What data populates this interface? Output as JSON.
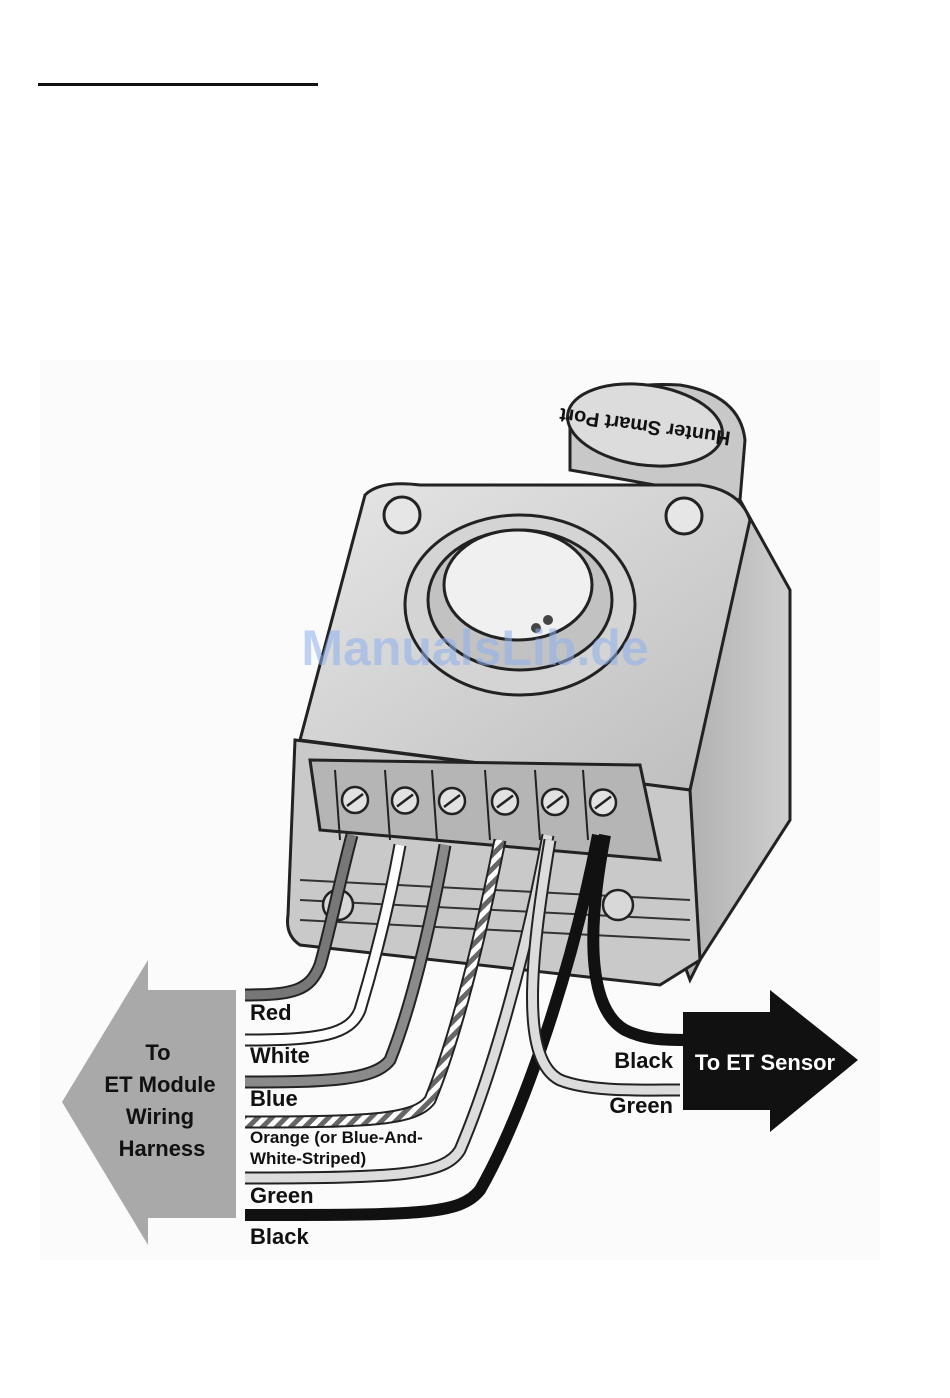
{
  "diagram": {
    "brand_logo": "Hunter Smart Port",
    "watermark": "ManualsLib.de",
    "left_arrow": {
      "lines": [
        "To",
        "ET Module",
        "Wiring",
        "Harness"
      ],
      "color": "#a9a9a9"
    },
    "right_arrow": {
      "label": "To ET Sensor",
      "color": "#111111"
    },
    "left_wires": [
      {
        "label": "Red",
        "color": "#7a7a7a"
      },
      {
        "label": "White",
        "color": "#ffffff"
      },
      {
        "label": "Blue",
        "color": "#8a8a8a"
      },
      {
        "label_lines": [
          "Orange (or Blue-And-",
          "White-Striped)"
        ],
        "color": "#b0b0b0"
      },
      {
        "label": "Green",
        "color": "#d8d8d8"
      },
      {
        "label": "Black",
        "color": "#111111"
      }
    ],
    "right_wires": [
      {
        "label": "Black",
        "color": "#111111"
      },
      {
        "label": "Green",
        "color": "#d8d8d8"
      }
    ]
  }
}
